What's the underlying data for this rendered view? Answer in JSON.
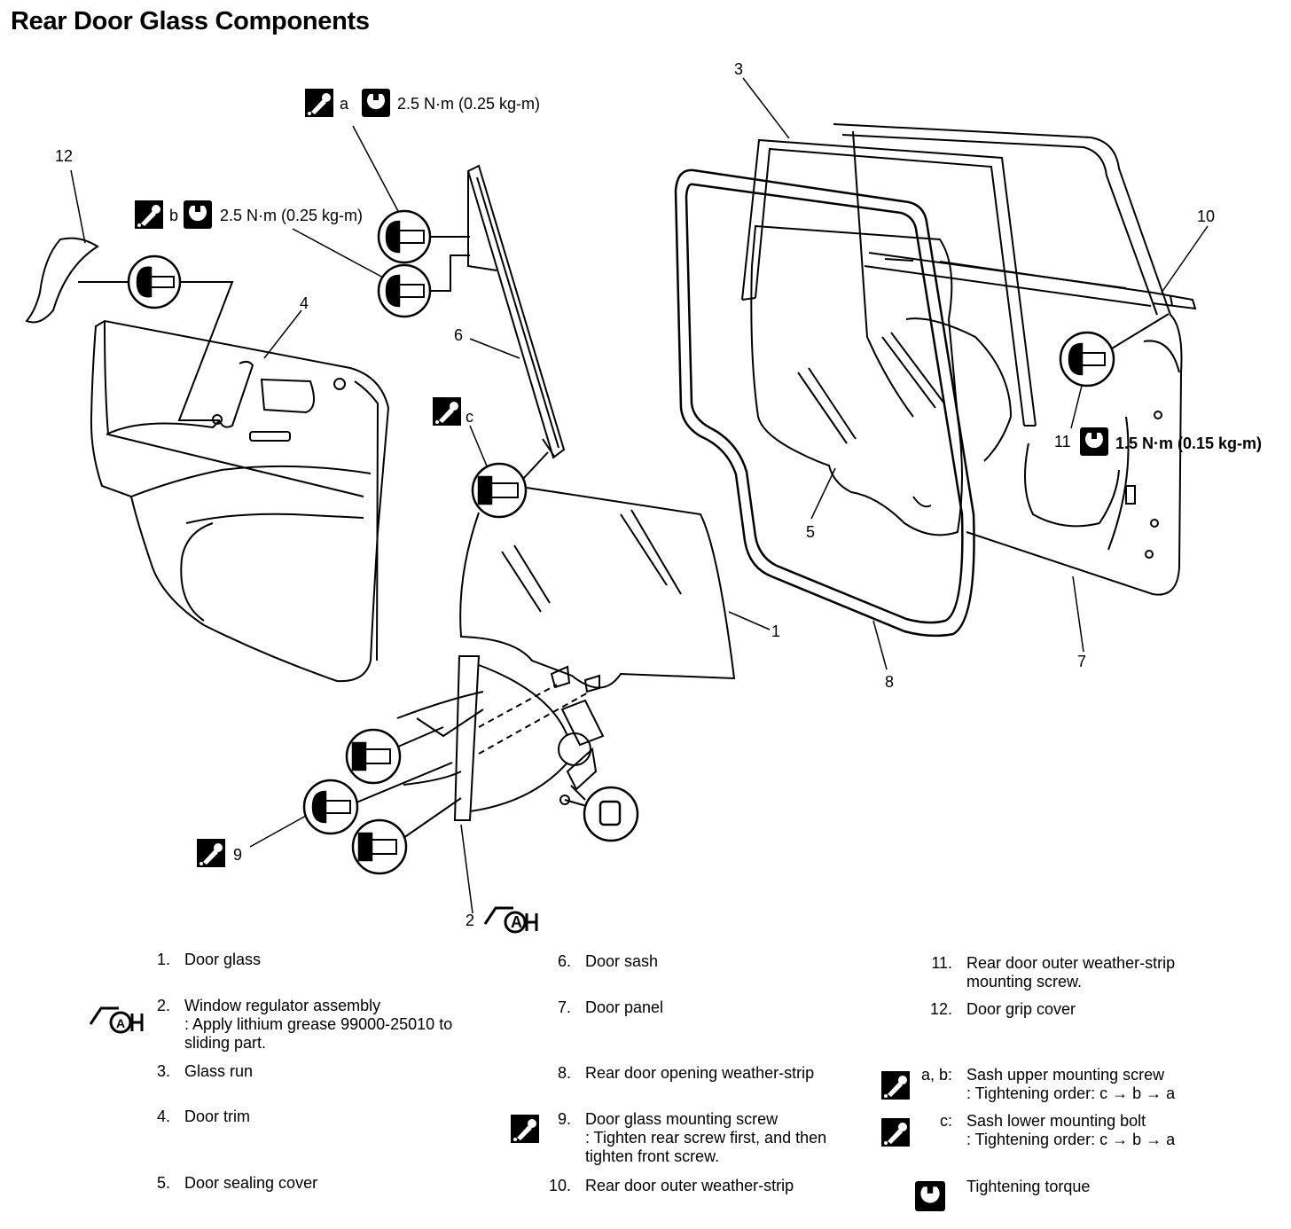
{
  "title": "Rear Door Glass Components",
  "callouts": {
    "n1": "1",
    "n2": "2",
    "n3": "3",
    "n4": "4",
    "n5": "5",
    "n6": "6",
    "n7": "7",
    "n8": "8",
    "n9": "9",
    "n10": "10",
    "n11": "11",
    "n12": "12",
    "a": "a",
    "b": "b",
    "c": "c"
  },
  "torques": {
    "a": "2.5 N·m (0.25 kg-m)",
    "b": "2.5 N·m (0.25 kg-m)",
    "n11": "1.5 N·m (0.15 kg-m)"
  },
  "legend": [
    {
      "num": "1.",
      "text": "Door glass",
      "sub": []
    },
    {
      "num": "2.",
      "text": "Window regulator assembly",
      "sub": [
        ": Apply lithium grease 99000-25010 to",
        "sliding part."
      ]
    },
    {
      "num": "3.",
      "text": "Glass run",
      "sub": []
    },
    {
      "num": "4.",
      "text": "Door trim",
      "sub": []
    },
    {
      "num": "5.",
      "text": "Door sealing cover",
      "sub": []
    },
    {
      "num": "6.",
      "text": "Door sash",
      "sub": []
    },
    {
      "num": "7.",
      "text": "Door panel",
      "sub": []
    },
    {
      "num": "8.",
      "text": "Rear door opening weather-strip",
      "sub": []
    },
    {
      "num": "9.",
      "text": "Door glass mounting screw",
      "sub": [
        ": Tighten rear screw first, and then",
        "tighten front screw."
      ]
    },
    {
      "num": "10.",
      "text": "Rear door outer weather-strip",
      "sub": []
    },
    {
      "num": "11.",
      "text": "Rear door outer weather-strip",
      "sub": [
        "mounting screw."
      ]
    },
    {
      "num": "12.",
      "text": "Door grip cover",
      "sub": []
    },
    {
      "num": "a, b:",
      "text": "Sash upper mounting screw",
      "sub": [
        ": Tightening order: c → b → a"
      ]
    },
    {
      "num": "c:",
      "text": "Sash lower mounting bolt",
      "sub": [
        ": Tightening order: c → b → a"
      ]
    },
    {
      "num": "",
      "text": "Tightening torque",
      "sub": []
    }
  ]
}
